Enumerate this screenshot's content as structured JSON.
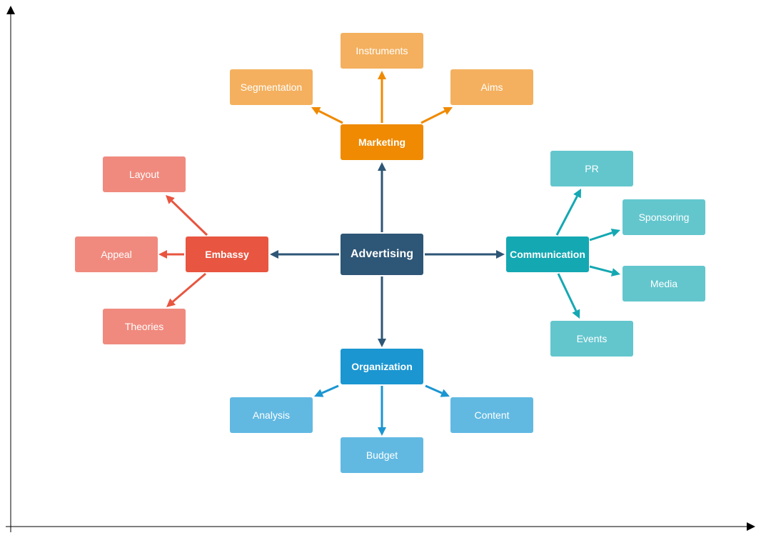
{
  "colors": {
    "center": "#2e5676",
    "marketing": "#ef8a02",
    "marketing_leaf": "#f4b05e",
    "embassy": "#e85540",
    "embassy_leaf": "#f08a7e",
    "communication": "#14a8b2",
    "communication_leaf": "#63c6cd",
    "organization": "#1b96d1",
    "organization_leaf": "#61b9e2",
    "axis": "#000000"
  },
  "center": {
    "label": "Advertising"
  },
  "marketing": {
    "label": "Marketing",
    "leaves": {
      "instruments": "Instruments",
      "segmentation": "Segmentation",
      "aims": "Aims"
    }
  },
  "embassy": {
    "label": "Embassy",
    "leaves": {
      "layout": "Layout",
      "appeal": "Appeal",
      "theories": "Theories"
    }
  },
  "communication": {
    "label": "Communication",
    "leaves": {
      "pr": "PR",
      "sponsoring": "Sponsoring",
      "media": "Media",
      "events": "Events"
    }
  },
  "organization": {
    "label": "Organization",
    "leaves": {
      "analysis": "Analysis",
      "budget": "Budget",
      "content": "Content"
    }
  }
}
